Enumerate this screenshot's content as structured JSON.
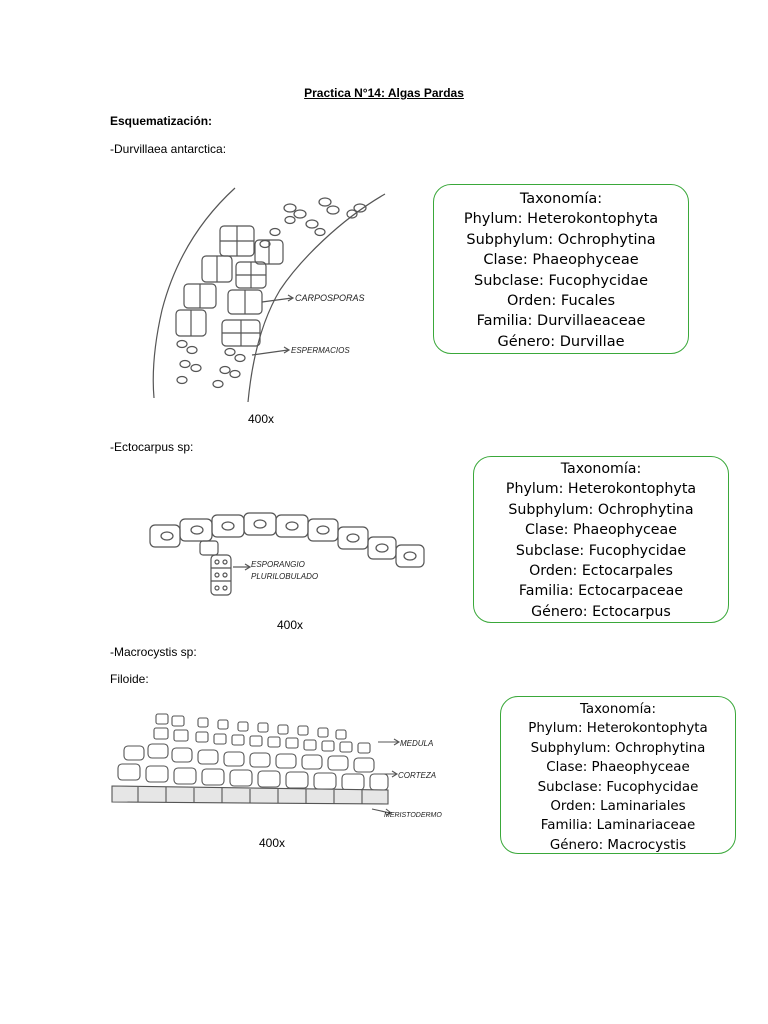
{
  "document": {
    "title": "Practica N°14: Algas Pardas",
    "section_heading": "Esquematización:"
  },
  "specimens": [
    {
      "label": "-Durvillaea antarctica:",
      "magnification": "400x",
      "annotations": [
        "CARPOSPORAS",
        "ESPERMACIOS"
      ],
      "taxonomy": {
        "heading": "Taxonomía:",
        "lines": [
          "Phylum: Heterokontophyta",
          "Subphylum: Ochrophytina",
          "Clase: Phaeophyceae",
          "Subclase: Fucophycidae",
          "Orden: Fucales",
          "Familia: Durvillaeaceae",
          "Género: Durvillae"
        ]
      }
    },
    {
      "label": "-Ectocarpus sp:",
      "magnification": "400x",
      "annotations": [
        "ESPORANGIO",
        "PLURILOBULADO"
      ],
      "taxonomy": {
        "heading": "Taxonomía:",
        "lines": [
          "Phylum: Heterokontophyta",
          "Subphylum: Ochrophytina",
          "Clase: Phaeophyceae",
          "Subclase: Fucophycidae",
          "Orden: Ectocarpales",
          "Familia: Ectocarpaceae",
          "Género: Ectocarpus"
        ]
      }
    },
    {
      "label": "-Macrocystis sp:",
      "sublabel": "Filoide:",
      "magnification": "400x",
      "annotations": [
        "MEDULA",
        "CORTEZA",
        "MERISTODERMO"
      ],
      "taxonomy": {
        "heading": "Taxonomía:",
        "lines": [
          "Phylum: Heterokontophyta",
          "Subphylum: Ochrophytina",
          "Clase: Phaeophyceae",
          "Subclase: Fucophycidae",
          "Orden: Laminariales",
          "Familia: Laminariaceae",
          "Género: Macrocystis"
        ]
      }
    }
  ]
}
